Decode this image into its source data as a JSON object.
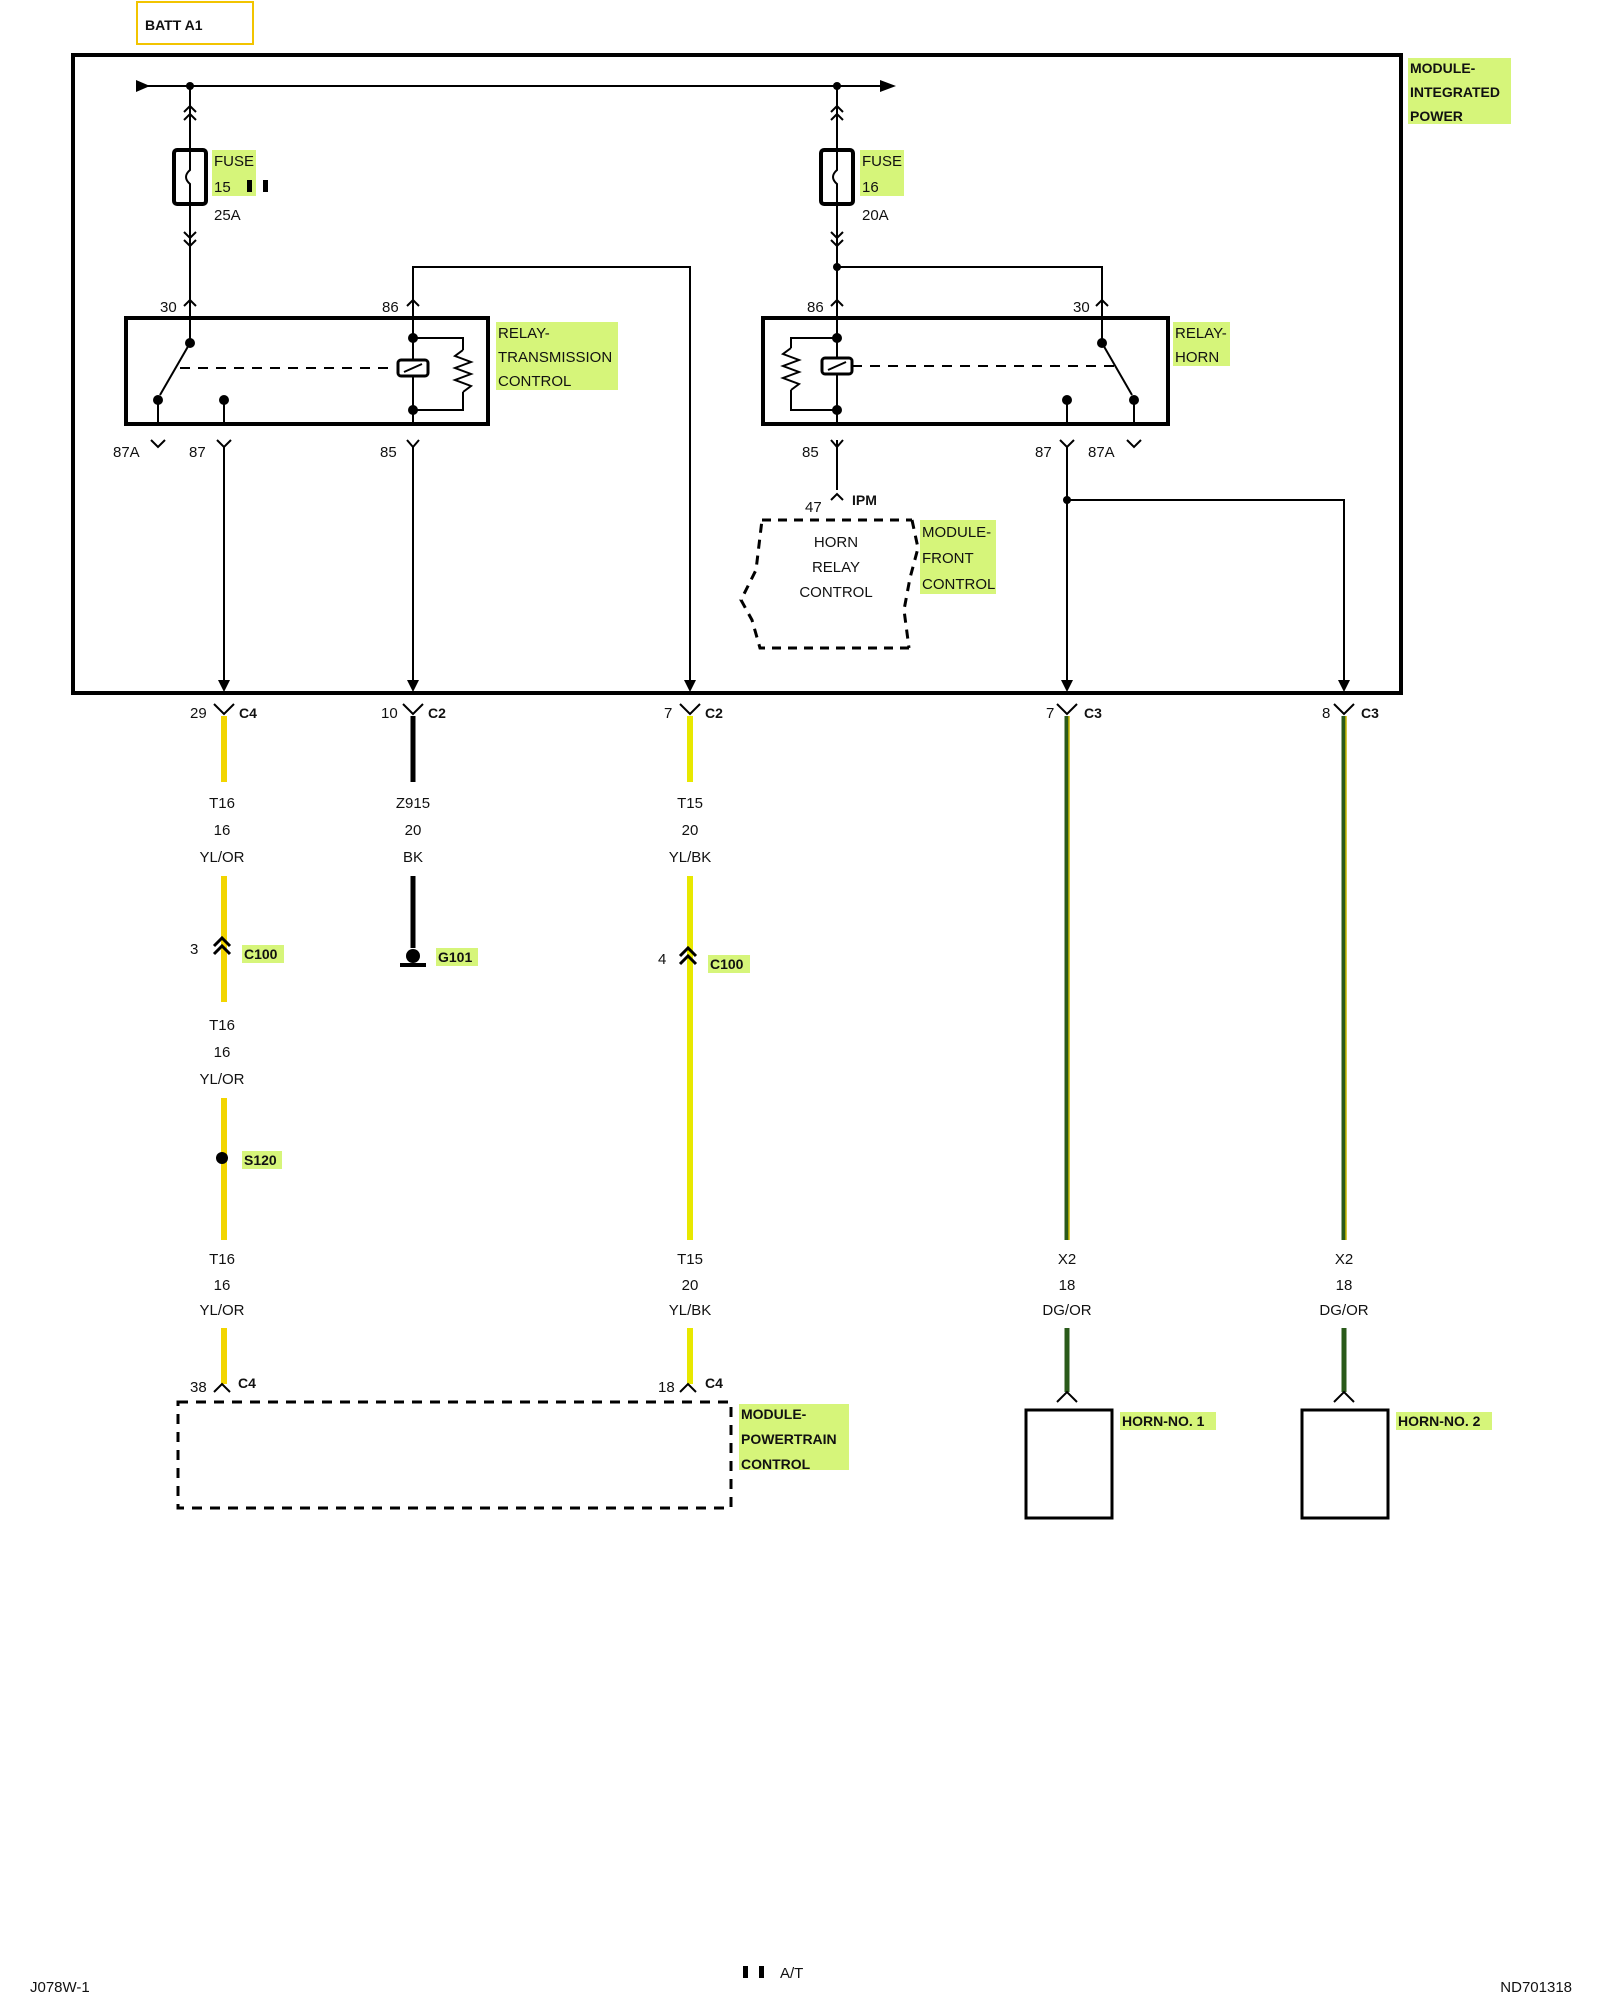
{
  "batt_label": "BATT A1",
  "modules": {
    "integrated_power": [
      "MODULE-",
      "INTEGRATED",
      "POWER"
    ],
    "front_control": [
      "MODULE-",
      "FRONT",
      "CONTROL"
    ],
    "powertrain_control": [
      "MODULE-",
      "POWERTRAIN",
      "CONTROL"
    ]
  },
  "fuse15": {
    "lines": [
      "FUSE",
      "15"
    ],
    "rating": "25A"
  },
  "fuse16": {
    "lines": [
      "FUSE",
      "16"
    ],
    "rating": "20A"
  },
  "relay_tc": {
    "name": [
      "RELAY-",
      "TRANSMISSION",
      "CONTROL"
    ],
    "pins": {
      "p30": "30",
      "p86": "86",
      "p87a": "87A",
      "p87": "87",
      "p85": "85"
    }
  },
  "relay_horn": {
    "name": [
      "RELAY-",
      "HORN"
    ],
    "pins": {
      "p86": "86",
      "p30": "30",
      "p85": "85",
      "p87": "87",
      "p87a": "87A"
    }
  },
  "horn_relay_control": {
    "pin": "47",
    "connector": "IPM",
    "lines": [
      "HORN",
      "RELAY",
      "CONTROL"
    ]
  },
  "connectors": {
    "c1": {
      "pin": "29",
      "name": "C4"
    },
    "c2": {
      "pin": "10",
      "name": "C2"
    },
    "c3": {
      "pin": "7",
      "name": "C2"
    },
    "c4": {
      "pin": "7",
      "name": "C3"
    },
    "c5": {
      "pin": "8",
      "name": "C3"
    },
    "c100a": {
      "pin": "3",
      "name": "C100"
    },
    "c100b": {
      "pin": "4",
      "name": "C100"
    },
    "s120": "S120",
    "g101": "G101",
    "pcm1": {
      "pin": "38",
      "name": "C4"
    },
    "pcm2": {
      "pin": "18",
      "name": "C4"
    }
  },
  "wires": {
    "w1": [
      "T16",
      "16",
      "YL/OR"
    ],
    "w2": [
      "T16",
      "16",
      "YL/OR"
    ],
    "w3": [
      "T16",
      "16",
      "YL/OR"
    ],
    "z915": [
      "Z915",
      "20",
      "BK"
    ],
    "w4": [
      "T15",
      "20",
      "YL/BK"
    ],
    "w5": [
      "T15",
      "20",
      "YL/BK"
    ],
    "w6": [
      "X2",
      "18",
      "DG/OR"
    ],
    "w7": [
      "X2",
      "18",
      "DG/OR"
    ]
  },
  "horns": {
    "h1": "HORN-NO. 1",
    "h2": "HORN-NO. 2"
  },
  "footer": {
    "left": "J078W-1",
    "center": "A/T",
    "right": "ND701318"
  },
  "colors": {
    "yellow": "#f2d500",
    "yellow_bk": "#e8e800",
    "green": "#2a5a1a",
    "highlight": "#d6f57a"
  }
}
